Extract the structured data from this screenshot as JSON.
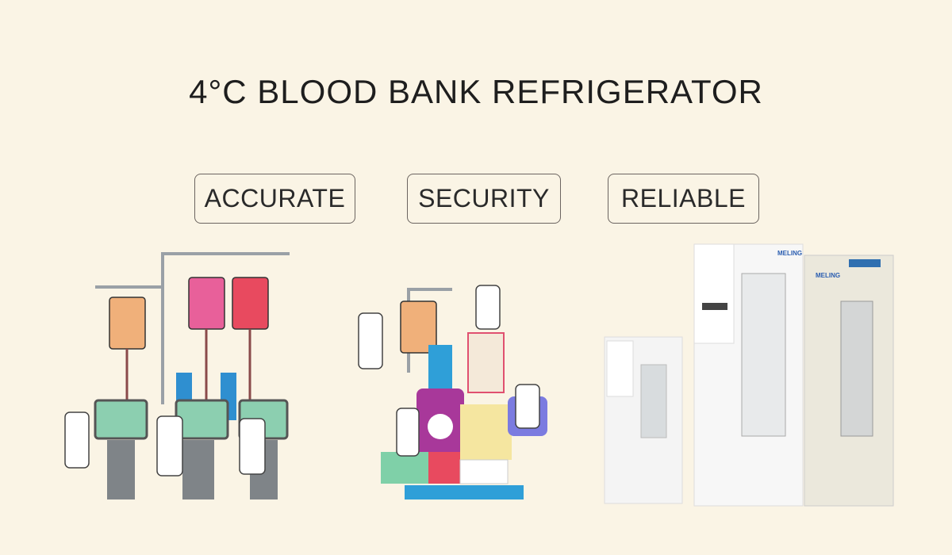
{
  "title": "4°C BLOOD BANK REFRIGERATOR",
  "features": [
    "ACCURATE",
    "SECURITY",
    "RELIABLE"
  ],
  "brand_logo": "MELING",
  "colors": {
    "background": "#faf4e5",
    "bag_orange": "#f0b07a",
    "bag_pink": "#e8609a",
    "bag_red": "#e84a5f",
    "syringe_blue": "#2f8fd0",
    "monitor_green": "#8ccfb0"
  }
}
